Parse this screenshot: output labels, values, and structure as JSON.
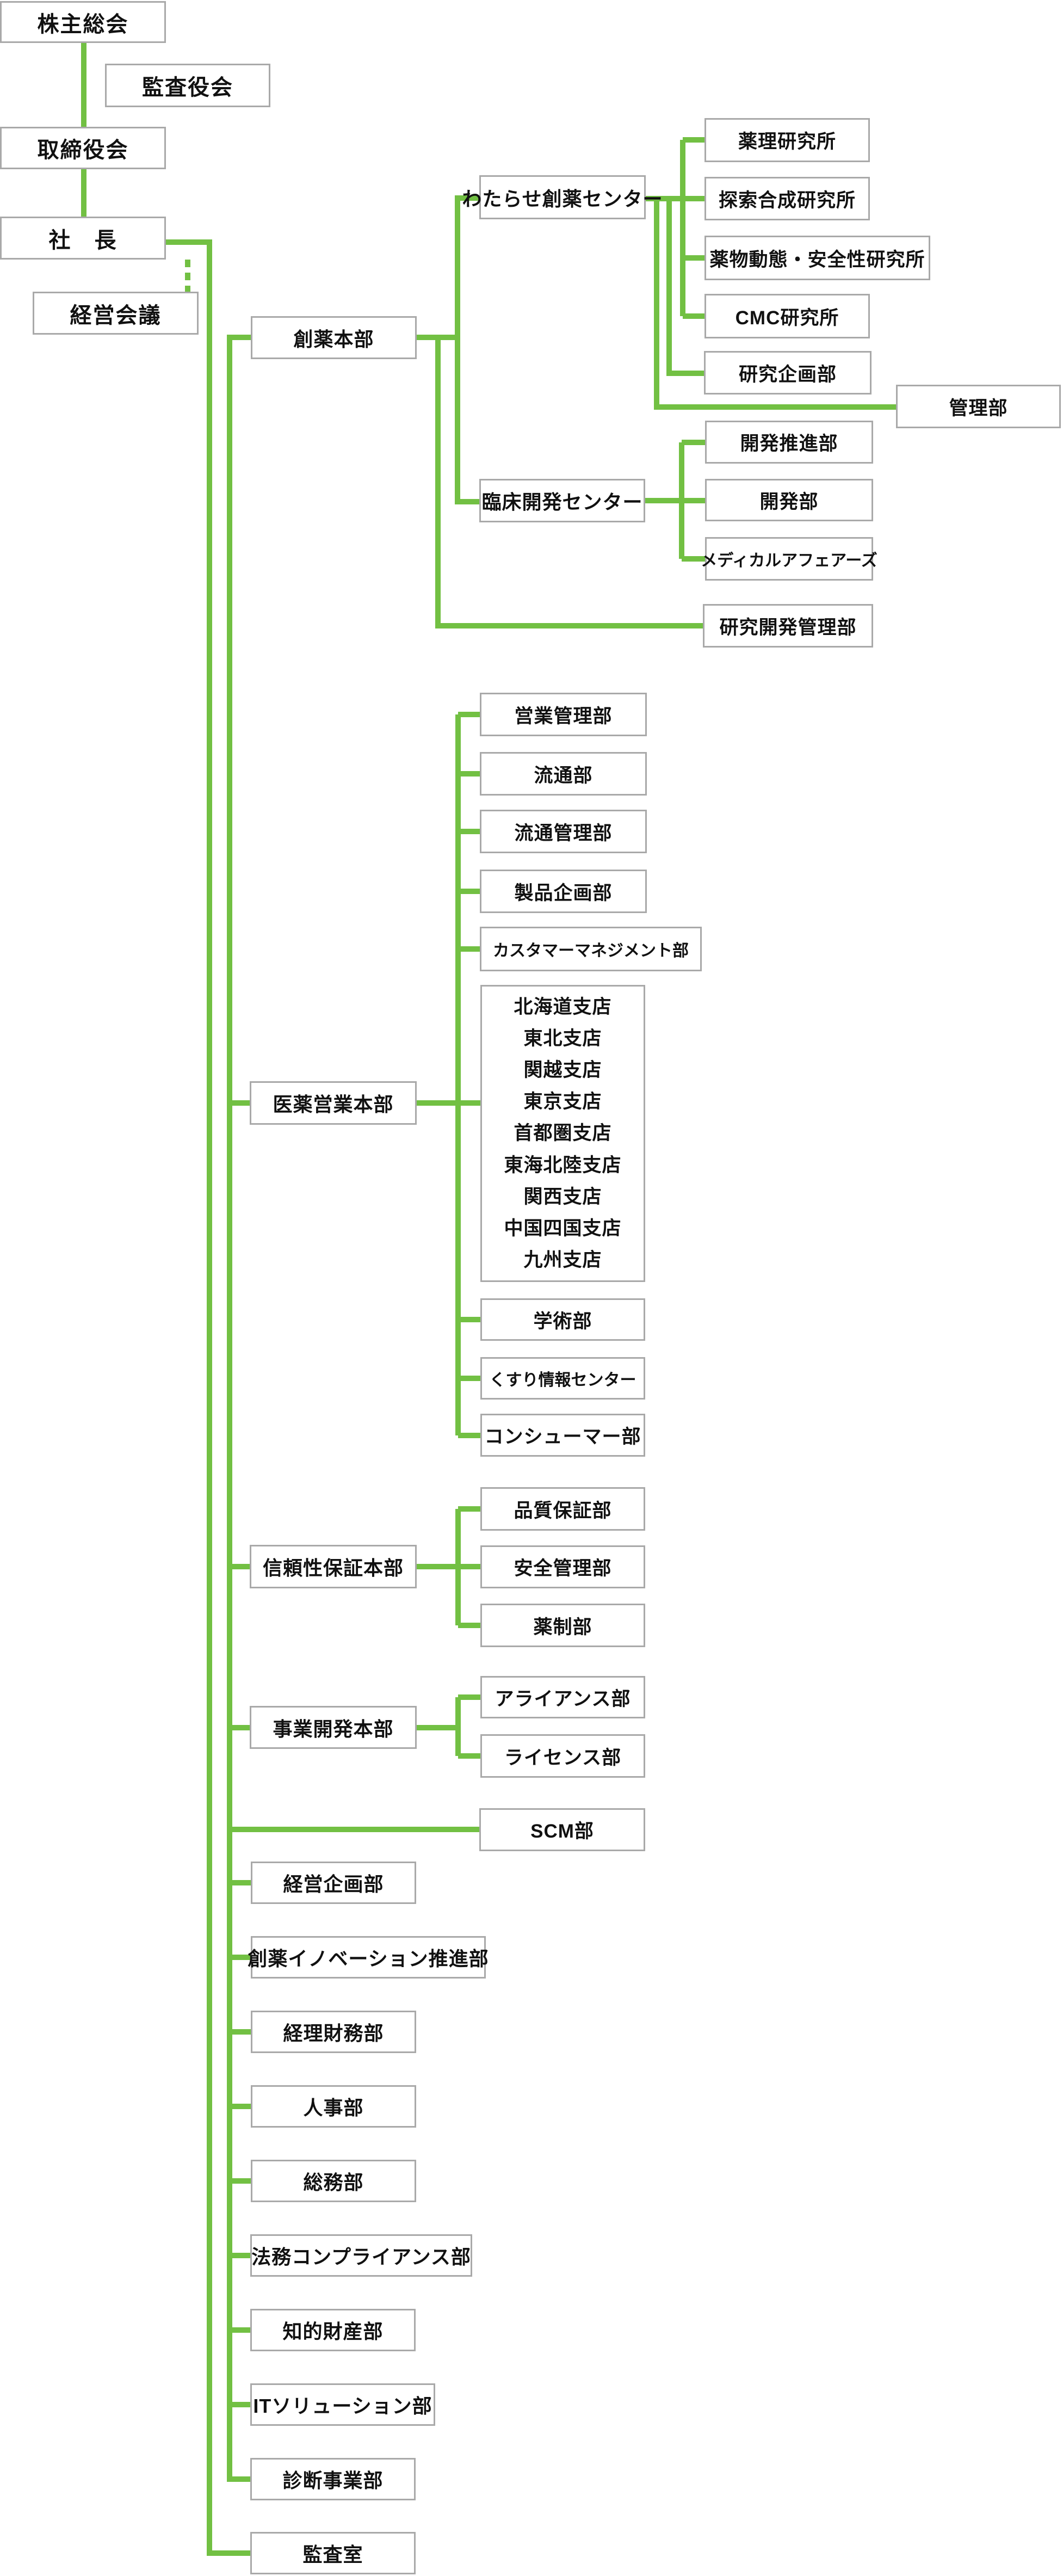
{
  "chart_title": "",
  "colors": {
    "connector_green": "#72c043",
    "box_border_gray": "#a9a9a9",
    "text_black": "#111111",
    "background": "#ffffff"
  },
  "nodes": {
    "shareholders": "株主総会",
    "audit_board": "監査役会",
    "board": "取締役会",
    "president": "社　長",
    "management_meeting": "経営会議",
    "drug_discovery_hq": "創薬本部",
    "watarase_center": "わたらせ創薬センター",
    "pharmacology_lab": "薬理研究所",
    "synthesis_lab": "探索合成研究所",
    "pk_safety_lab": "薬物動態・安全性研究所",
    "cmc_lab": "CMC研究所",
    "research_planning": "研究企画部",
    "admin_dept": "管理部",
    "clinical_center": "臨床開発センター",
    "dev_promotion": "開発推進部",
    "dev_dept": "開発部",
    "medical_affairs": "メディカルアフェアーズ",
    "rd_admin": "研究開発管理部",
    "pharma_sales_hq": "医薬営業本部",
    "sales_admin": "営業管理部",
    "distribution": "流通部",
    "distribution_admin": "流通管理部",
    "product_planning": "製品企画部",
    "customer_mgmt": "カスタマーマネジメント部",
    "branches": [
      "北海道支店",
      "東北支店",
      "関越支店",
      "東京支店",
      "首都圏支店",
      "東海北陸支店",
      "関西支店",
      "中国四国支店",
      "九州支店"
    ],
    "academic": "学術部",
    "drug_info_center": "くすり情報センター",
    "consumer": "コンシューマー部",
    "reliability_hq": "信頼性保証本部",
    "quality_assurance": "品質保証部",
    "safety_mgmt": "安全管理部",
    "regulatory": "薬制部",
    "bizdev_hq": "事業開発本部",
    "alliance": "アライアンス部",
    "license": "ライセンス部",
    "scm": "SCM部",
    "corp_planning": "経営企画部",
    "innovation": "創薬イノベーション推進部",
    "finance": "経理財務部",
    "hr": "人事部",
    "general_affairs": "総務部",
    "legal": "法務コンプライアンス部",
    "ip": "知的財産部",
    "it": "ITソリューション部",
    "diagnostics": "診断事業部",
    "audit_office": "監査室"
  }
}
